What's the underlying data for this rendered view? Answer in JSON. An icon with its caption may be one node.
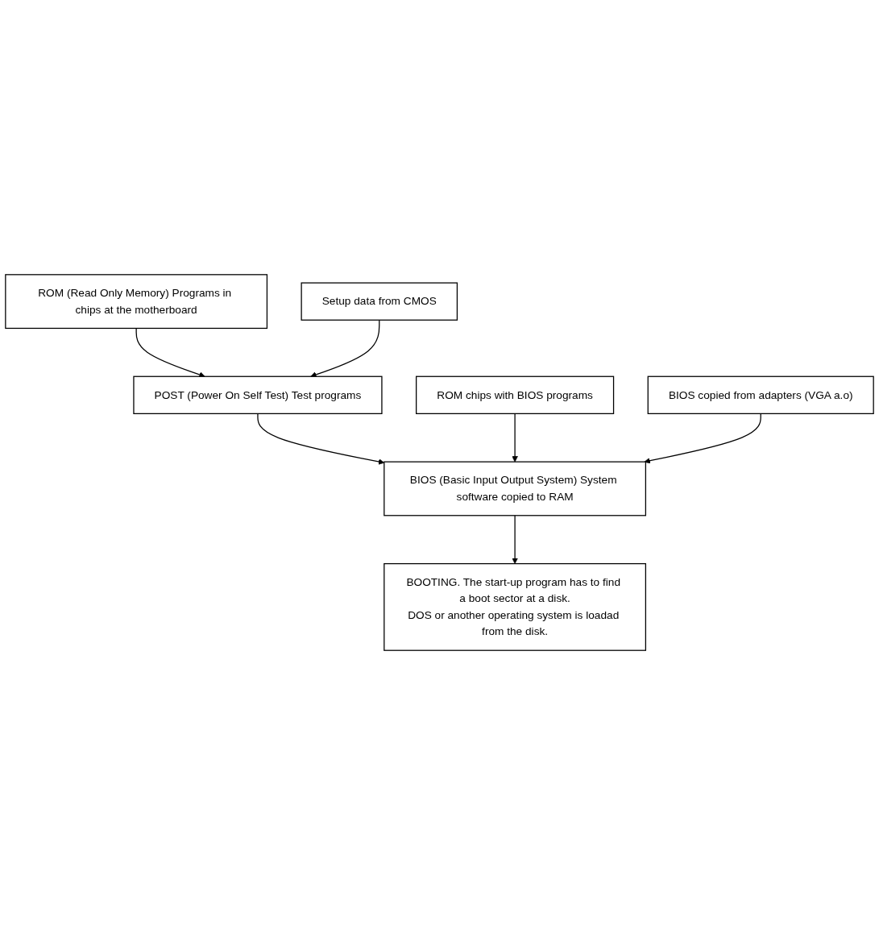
{
  "diagram": {
    "nodes": [
      {
        "text": [
          "POST (Power On Self Test) Test programs"
        ]
      },
      {
        "text": [
          "ROM (Read Only Memory) Programs in chips at the motherboard"
        ]
      },
      {
        "text": [
          "Setup data from CMOS"
        ]
      },
      {
        "text": [
          "BIOS (Basic Input Output System) System software copied to RAM"
        ]
      },
      {
        "text": [
          "ROM chips with BIOS programs"
        ]
      },
      {
        "text": [
          "BIOS copied from adapters (VGA a.o)"
        ]
      },
      {
        "text": [
          "BOOTING. The start-up program has to find a boot sector at a disk.",
          "DOS or another operating system is loadad from the disk."
        ]
      }
    ],
    "edges": [
      {
        "from": 1,
        "to": 0,
        "arrow": "to"
      },
      {
        "from": 2,
        "to": 0,
        "arrow": "to"
      },
      {
        "from": 0,
        "to": 3,
        "arrow": "to"
      },
      {
        "from": 4,
        "to": 3,
        "arrow": "to"
      },
      {
        "from": 5,
        "to": 3,
        "arrow": "to"
      },
      {
        "from": 3,
        "to": 6,
        "arrow": "to"
      }
    ]
  }
}
